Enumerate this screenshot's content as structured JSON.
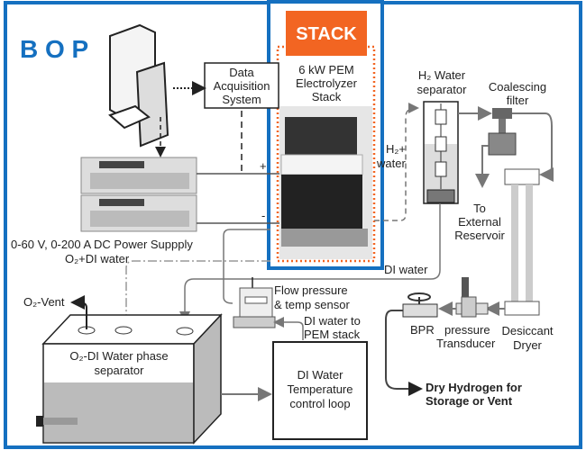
{
  "colors": {
    "frame": "#1570c0",
    "stack_accent": "#f26522",
    "line": "#777777",
    "dark": "#222222"
  },
  "title_bop": "B O P",
  "stack_badge": "STACK",
  "stack_label": [
    "6 kW PEM",
    "Electrolyzer",
    "Stack"
  ],
  "daq": [
    "Data",
    "Acquisition",
    "System"
  ],
  "power_supply": "0-60 V, 0-200 A DC Power Suppply",
  "o2_di_water": "O₂+DI water",
  "h2_water": [
    "H₂+",
    "water"
  ],
  "h2_separator": [
    "H₂ Water",
    "separator"
  ],
  "coalescing": [
    "Coalescing",
    "filter"
  ],
  "external": [
    "To",
    "External",
    "Reservoir"
  ],
  "di_water": "DI water",
  "flow_sensor": [
    "Flow pressure",
    "& temp sensor"
  ],
  "di_to_stack": [
    "DI water to",
    "PEM stack"
  ],
  "o2_vent": "O₂-Vent",
  "phase_sep": [
    "O₂-DI Water phase",
    "separator"
  ],
  "temp_loop": [
    "DI Water",
    "Temperature",
    "control loop"
  ],
  "bpr": "BPR",
  "transducer": [
    "pressure",
    "Transducer"
  ],
  "dryer": [
    "Desiccant",
    "Dryer"
  ],
  "dry_h2": [
    "Dry Hydrogen for",
    "Storage or Vent"
  ],
  "plus": "+",
  "minus": "-"
}
